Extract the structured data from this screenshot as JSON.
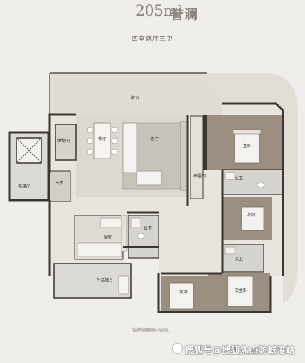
{
  "header": {
    "small_text": "",
    "area_value": "205m",
    "area_superscript": "2",
    "project_name": "誉澜",
    "layout_type": "四室两厅三卫"
  },
  "rooms": {
    "balcony": "阳台",
    "storage": "储物间",
    "dining": "餐厅",
    "living": "客厅",
    "master_bed": "主卧",
    "master_bath": "主卫",
    "cloakroom": "衣帽间",
    "elevator_hall": "电梯间",
    "foyer": "玄关",
    "kitchen": "厨房",
    "public_bath": "公卫",
    "second_bed_1": "次卧",
    "second_bath": "次卫",
    "utility_balcony": "生活阳台",
    "second_bed_2": "次卧",
    "second_master": "次主卧"
  },
  "footer": {
    "note": "装修创意展示空间，",
    "watermark": "搜狐号@搜狐焦点防城港站"
  },
  "colors": {
    "background": "#efeeea",
    "wall": "#3a3632",
    "floor_light": "#e6e2da",
    "wood_floor": "#9c8f80",
    "tile_gray": "#d3d1cc"
  }
}
